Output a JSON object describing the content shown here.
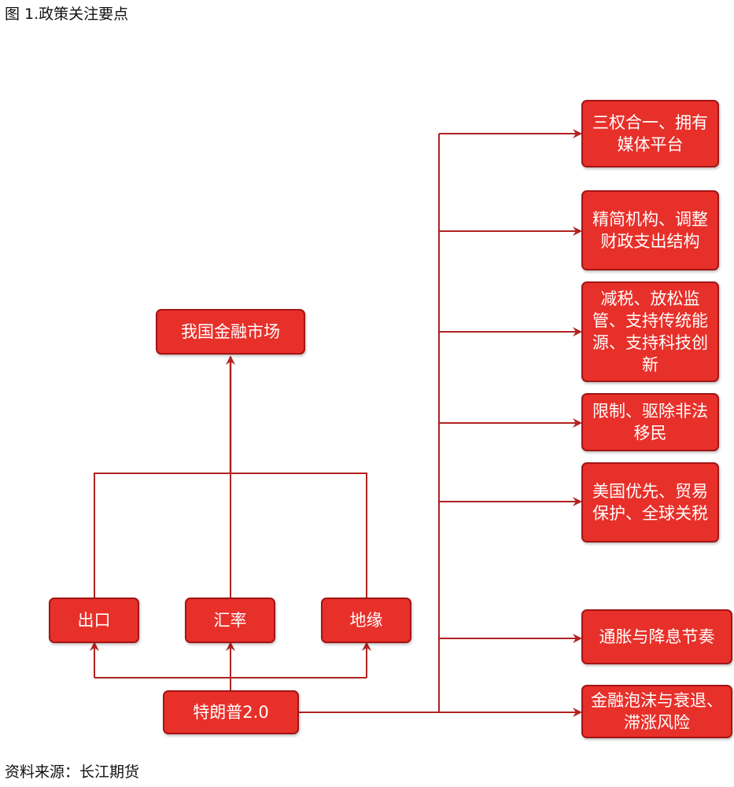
{
  "figure": {
    "title": "图 1.政策关注要点",
    "source": "资料来源：长江期货"
  },
  "diagram": {
    "colors": {
      "box_fill": "#e8302a",
      "box_border": "#a31515",
      "line": "#b22222",
      "text": "#ffffff"
    },
    "root": "特朗普2.0",
    "target": "我国金融市场",
    "channels": [
      "出口",
      "汇率",
      "地缘"
    ],
    "policies": [
      "三权合一、拥有媒体平台",
      "精简机构、调整财政支出结构",
      "减税、放松监管、支持传统能源、支持科技创新",
      "限制、驱除非法移民",
      "美国优先、贸易保护、全球关税",
      "通胀与降息节奏",
      "金融泡沫与衰退、滞涨风险"
    ]
  }
}
